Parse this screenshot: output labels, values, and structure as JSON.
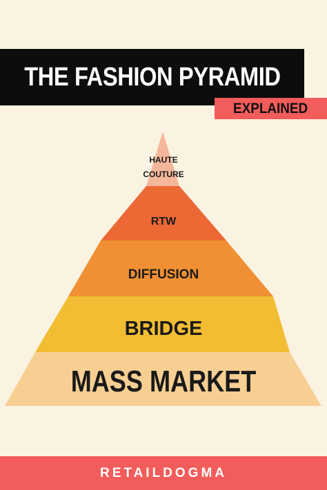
{
  "header": {
    "title": "THE FASHION PYRAMID",
    "subtitle": "EXPLAINED"
  },
  "pyramid": {
    "tiers": [
      {
        "lines": [
          "HAUTE",
          "COUTURE"
        ],
        "color": "#f5b79b"
      },
      {
        "lines": [
          "RTW"
        ],
        "color": "#ec6835"
      },
      {
        "lines": [
          "DIFFUSION"
        ],
        "color": "#f08f33"
      },
      {
        "lines": [
          "BRIDGE"
        ],
        "color": "#f2bd33"
      },
      {
        "lines": [
          "MASS MARKET"
        ],
        "color": "#f8cf93"
      }
    ]
  },
  "footer": {
    "brand": "RETAILDOGMA"
  },
  "colors": {
    "background": "#fbf3e2",
    "title_bar": "#0d0d0d",
    "accent": "#f25c5a"
  }
}
